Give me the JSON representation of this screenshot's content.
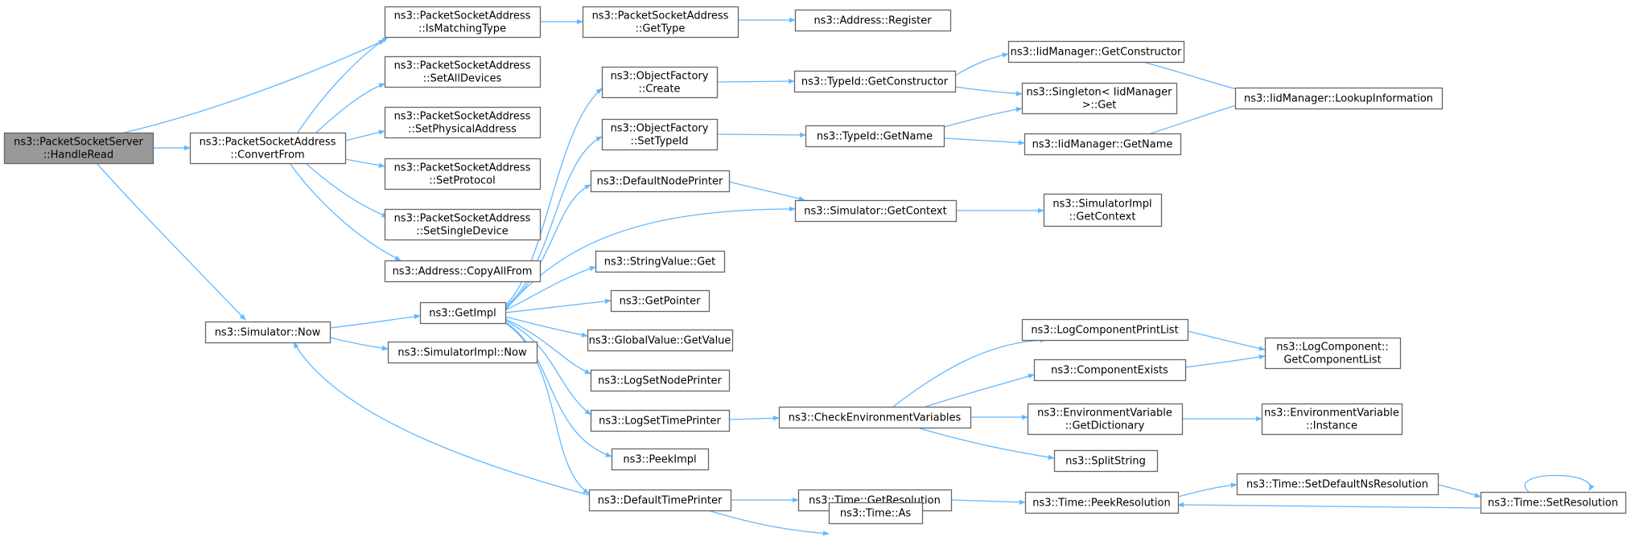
{
  "colors": {
    "edge": "#63b8ff",
    "node_border": "#666666",
    "root_fill": "#999999",
    "node_fill": "#ffffff"
  },
  "nodes": {
    "handleread": [
      "ns3::PacketSocketServer",
      "::HandleRead"
    ],
    "ismatching": [
      "ns3::PacketSocketAddress",
      "::IsMatchingType"
    ],
    "gettype": [
      "ns3::PacketSocketAddress",
      "::GetType"
    ],
    "register": [
      "ns3::Address::Register"
    ],
    "setalldevices": [
      "ns3::PacketSocketAddress",
      "::SetAllDevices"
    ],
    "convertfrom": [
      "ns3::PacketSocketAddress",
      "::ConvertFrom"
    ],
    "setphysical": [
      "ns3::PacketSocketAddress",
      "::SetPhysicalAddress"
    ],
    "setprotocol": [
      "ns3::PacketSocketAddress",
      "::SetProtocol"
    ],
    "setsingle": [
      "ns3::PacketSocketAddress",
      "::SetSingleDevice"
    ],
    "copyallfrom": [
      "ns3::Address::CopyAllFrom"
    ],
    "simnow": [
      "ns3::Simulator::Now"
    ],
    "simimplnow": [
      "ns3::SimulatorImpl::Now"
    ],
    "getimpl": [
      "ns3::GetImpl"
    ],
    "ofcreate": [
      "ns3::ObjectFactory",
      "::Create"
    ],
    "ofsettypeid": [
      "ns3::ObjectFactory",
      "::SetTypeId"
    ],
    "defnodeprinter": [
      "ns3::DefaultNodePrinter"
    ],
    "stringvalueget": [
      "ns3::StringValue::Get"
    ],
    "getpointer": [
      "ns3::GetPointer"
    ],
    "globalvalue": [
      "ns3::GlobalValue::GetValue"
    ],
    "logsetnode": [
      "ns3::LogSetNodePrinter"
    ],
    "logsettime": [
      "ns3::LogSetTimePrinter"
    ],
    "peekimpl": [
      "ns3::PeekImpl"
    ],
    "deftimeprinter": [
      "ns3::DefaultTimePrinter"
    ],
    "typeidgetctor": [
      "ns3::TypeId::GetConstructor"
    ],
    "typeidgetname": [
      "ns3::TypeId::GetName"
    ],
    "simgetcontext": [
      "ns3::Simulator::GetContext"
    ],
    "checkenv": [
      "ns3::CheckEnvironmentVariables"
    ],
    "timegetres": [
      "ns3::Time::GetResolution"
    ],
    "timeas": [
      "ns3::Time::As"
    ],
    "iidgetctor": [
      "ns3::IidManager::GetConstructor"
    ],
    "singleton": [
      "ns3::Singleton< IidManager",
      ">::Get"
    ],
    "iidgetname": [
      "ns3::IidManager::GetName"
    ],
    "simimplgetctx": [
      "ns3::SimulatorImpl",
      "::GetContext"
    ],
    "logcompprint": [
      "ns3::LogComponentPrintList"
    ],
    "compexists": [
      "ns3::ComponentExists"
    ],
    "envgetdict": [
      "ns3::EnvironmentVariable",
      "::GetDictionary"
    ],
    "splitstring": [
      "ns3::SplitString"
    ],
    "timepeekres": [
      "ns3::Time::PeekResolution"
    ],
    "iidlookup": [
      "ns3::IidManager::LookupInformation"
    ],
    "logcompgetlist": [
      "ns3::LogComponent::",
      "GetComponentList"
    ],
    "envinstance": [
      "ns3::EnvironmentVariable",
      "::Instance"
    ],
    "timesetdefns": [
      "ns3::Time::SetDefaultNsResolution"
    ],
    "timesetres": [
      "ns3::Time::SetResolution"
    ]
  }
}
